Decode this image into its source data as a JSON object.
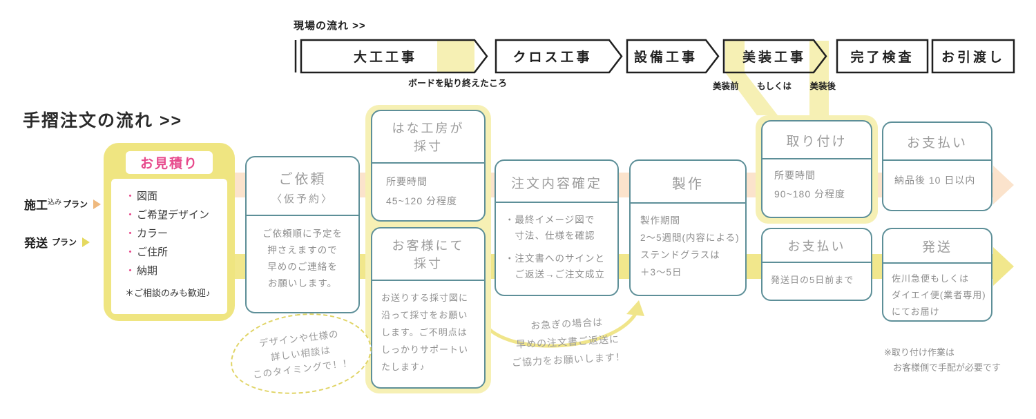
{
  "colors": {
    "pale_yellow": "#f6f0b4",
    "band_yellow": "#f1e78c",
    "band_peach": "#fbe3cc",
    "quote_yellow": "#efe581",
    "teal_border": "#5d8f98",
    "pink_accent": "#e74a8c",
    "gray_text": "#9b9b9b"
  },
  "site_flow": {
    "heading": "現場の流れ >>",
    "steps": [
      "大工工事",
      "クロス工事",
      "設備工事",
      "美装工事",
      "完了検査",
      "お引渡し"
    ],
    "board_note": "ボードを貼り終えたころ",
    "bisou_before": "美装前",
    "bisou_or": "もしくは",
    "bisou_after": "美装後"
  },
  "order_flow": {
    "heading": "手摺注文の流れ >>",
    "plan_construction": {
      "main": "施工",
      "small": "込み",
      "suffix": "プラン"
    },
    "plan_shipping": {
      "main": "発送",
      "suffix": "プラン"
    },
    "quote": {
      "title": "お見積り",
      "bullet": "・",
      "items": [
        "図面",
        "ご希望デザイン",
        "カラー",
        "ご住所",
        "納期"
      ],
      "note": "＊ご相談のみも歓迎♪"
    },
    "request": {
      "title": "ご依頼",
      "subtitle": "〈仮予約〉",
      "body": "ご依頼順に予定を\n押さえますので\n早めのご連絡を\nお願いします。"
    },
    "measure_shop": {
      "title": "はな工房が\n採寸",
      "body": "所要時間\n45~120 分程度"
    },
    "measure_customer": {
      "title": "お客様にて\n採寸",
      "body": "お送りする採寸図に\n沿って採寸をお願い\nします。ご不明点は\nしっかりサポートい\nたします♪"
    },
    "confirm": {
      "title": "注文内容確定",
      "body1": "・最終イメージ図で\n　寸法、仕様を確認",
      "body2": "・注文書へのサインと\n　ご返送→ご注文成立"
    },
    "production": {
      "title": "製作",
      "body": "製作期間\n2〜5週間(内容による)\nステンドグラスは\n＋3〜5日"
    },
    "install": {
      "title": "取り付け",
      "body": "所要時間\n90~180 分程度"
    },
    "payment_after_install": {
      "title": "お支払い",
      "body": "納品後 10 日以内"
    },
    "payment_before_ship": {
      "title": "お支払い",
      "body": "発送日の5日前まで"
    },
    "shipping": {
      "title": "発送",
      "body": "佐川急便もしくは\nダイエイ便(業者専用)\nにてお届け"
    },
    "install_note": "※取り付け作業は\n　お客様側で手配が必要です",
    "design_bubble": "デザインや仕様の\n詳しい相談は\nこのタイミングで！！",
    "rush_note": "お急ぎの場合は\n早めの注文書ご返送に\nご協力をお願いします！"
  }
}
